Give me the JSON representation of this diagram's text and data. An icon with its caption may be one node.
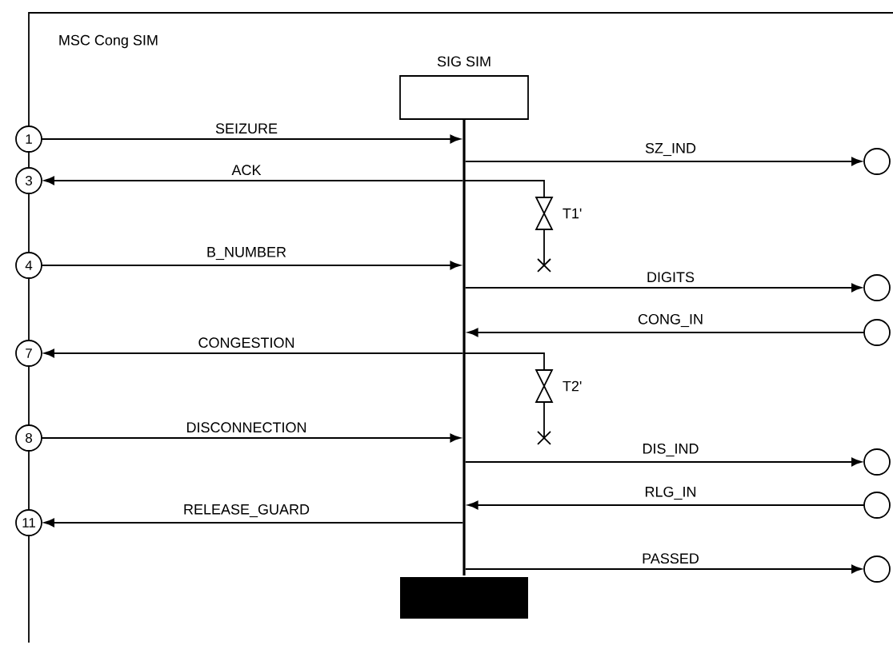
{
  "diagram": {
    "nodes": [
      {
        "text": [
          "MSC Cong SIM"
        ]
      },
      {
        "text": [
          "SIG SIM"
        ],
        "in": 0
      },
      {
        "text": [],
        "shape": "bar",
        "in": 0
      },
      {
        "text": [
          "1"
        ]
      },
      {
        "text": [
          "3"
        ]
      },
      {
        "text": [
          "4"
        ]
      },
      {
        "text": [
          "7"
        ]
      },
      {
        "text": [
          "8"
        ]
      },
      {
        "text": [
          "11"
        ]
      },
      {
        "text": [],
        "shape": "circle",
        "in": 0
      },
      {
        "text": [],
        "shape": "circle",
        "in": 0
      },
      {
        "text": [],
        "shape": "circle",
        "in": 0
      },
      {
        "text": [],
        "shape": "circle",
        "in": 0
      },
      {
        "text": [],
        "shape": "circle",
        "in": 0
      },
      {
        "text": [],
        "shape": "circle",
        "in": 0
      },
      {
        "text": [],
        "shape": "bar",
        "in": 0
      }
    ],
    "edges": [
      {
        "from": 3,
        "to": 2,
        "arrow": "to",
        "label": "SEIZURE"
      },
      {
        "from": 2,
        "to": 9,
        "arrow": "to",
        "label": "SZ_IND"
      },
      {
        "from": 2,
        "to": 4,
        "arrow": "to",
        "label": "ACK"
      },
      {
        "from": 5,
        "to": 2,
        "arrow": "to",
        "label": "B_NUMBER"
      },
      {
        "from": 2,
        "to": 10,
        "arrow": "to",
        "label": "DIGITS"
      },
      {
        "from": 11,
        "to": 2,
        "arrow": "to",
        "label": "CONG_IN"
      },
      {
        "from": 2,
        "to": 6,
        "arrow": "to",
        "label": "CONGESTION"
      },
      {
        "from": 7,
        "to": 2,
        "arrow": "to",
        "label": "DISCONNECTION"
      },
      {
        "from": 2,
        "to": 12,
        "arrow": "to",
        "label": "DIS_IND"
      },
      {
        "from": 13,
        "to": 2,
        "arrow": "to",
        "label": "RLG_IN"
      },
      {
        "from": 2,
        "to": 8,
        "arrow": "to",
        "label": "RELEASE_GUARD"
      },
      {
        "from": 2,
        "to": 14,
        "arrow": "to",
        "label": "PASSED"
      }
    ],
    "labels": [
      "T1'",
      "T2'"
    ]
  }
}
